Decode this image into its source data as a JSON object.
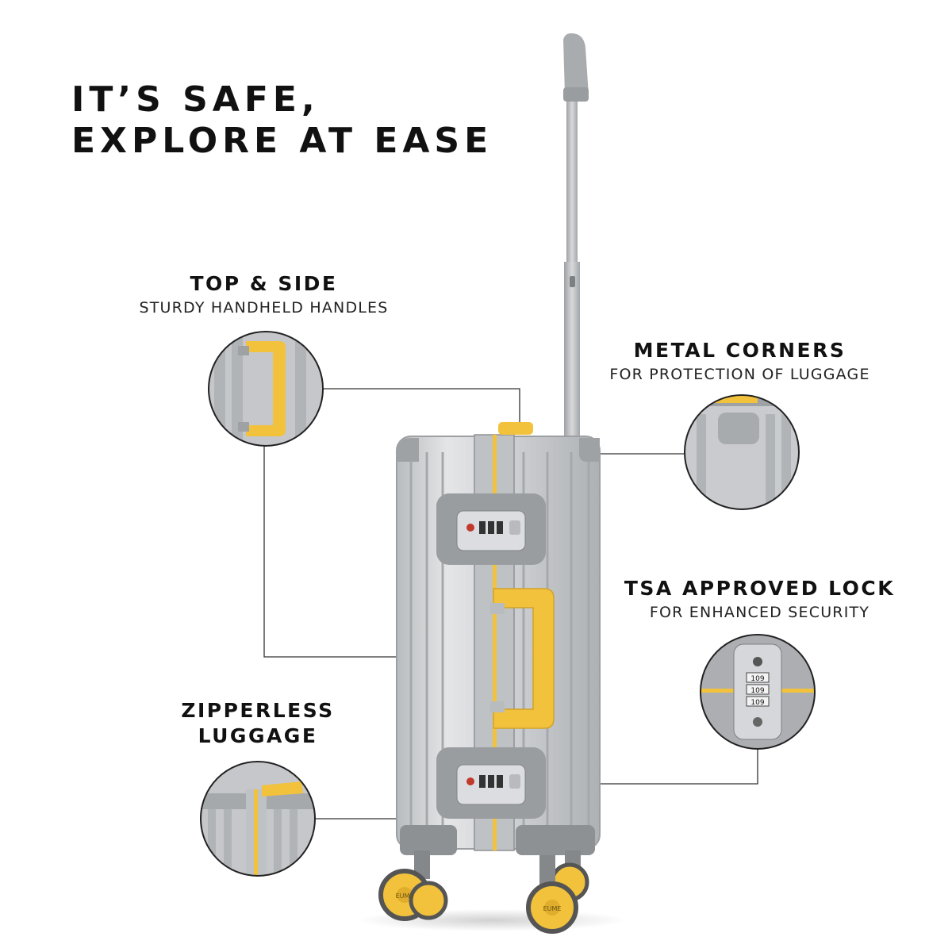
{
  "headline": {
    "line1": "IT’S SAFE,",
    "line2": "EXPLORE AT EASE"
  },
  "features": {
    "handles": {
      "title": "TOP & SIDE",
      "subtitle": "STURDY HANDHELD HANDLES"
    },
    "corners": {
      "title": "METAL CORNERS",
      "subtitle": "FOR PROTECTION OF LUGGAGE"
    },
    "lock": {
      "title": "TSA APPROVED LOCK",
      "subtitle": "FOR ENHANCED SECURITY"
    },
    "zipper": {
      "title": "ZIPPERLESS",
      "title2": "LUGGAGE"
    }
  },
  "lock_code": "109",
  "brand_mark": "EUME",
  "colors": {
    "background": "#ffffff",
    "text": "#111111",
    "shell": "#c9cbce",
    "accent_yellow": "#f2c23c",
    "connector": "#333333"
  }
}
